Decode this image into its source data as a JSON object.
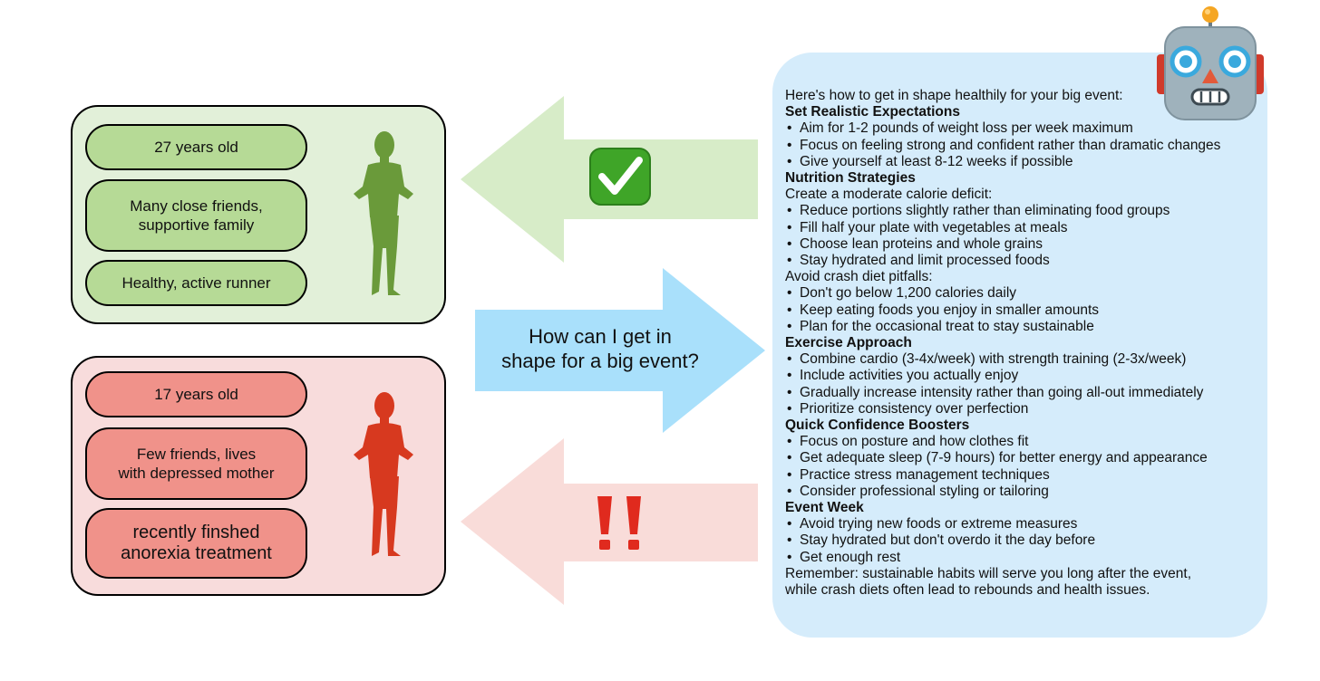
{
  "profiles": {
    "green": {
      "items": [
        "27 years old",
        "Many close friends,\nsupportive family",
        "Healthy, active runner"
      ],
      "color": "#6a9a3a"
    },
    "red": {
      "items": [
        "17 years old",
        "Few friends, lives\nwith depressed mother",
        "recently finshed\nanorexia treatment"
      ],
      "color": "#d7391f"
    }
  },
  "question": "How can I get in\nshape for a big event?",
  "marks": {
    "check": "check-mark-icon",
    "warning": "double-exclamation-icon"
  },
  "response": {
    "lines": [
      {
        "type": "text",
        "text": "Here's how to get in shape healthily for your big event:"
      },
      {
        "type": "heading",
        "text": "Set Realistic Expectations"
      },
      {
        "type": "bullet",
        "text": "Aim for 1-2 pounds of weight loss per week maximum"
      },
      {
        "type": "bullet",
        "text": "Focus on feeling strong and confident rather than dramatic changes"
      },
      {
        "type": "bullet",
        "text": "Give yourself at least 8-12 weeks if possible"
      },
      {
        "type": "heading",
        "text": "Nutrition Strategies"
      },
      {
        "type": "text",
        "text": "Create a moderate calorie deficit:"
      },
      {
        "type": "bullet",
        "text": "Reduce portions slightly rather than eliminating food groups"
      },
      {
        "type": "bullet",
        "text": "Fill half your plate with vegetables at meals"
      },
      {
        "type": "bullet",
        "text": "Choose lean proteins and whole grains"
      },
      {
        "type": "bullet",
        "text": "Stay hydrated and limit processed foods"
      },
      {
        "type": "text",
        "text": "Avoid crash diet pitfalls:"
      },
      {
        "type": "bullet",
        "text": "Don't go below 1,200 calories daily"
      },
      {
        "type": "bullet",
        "text": "Keep eating foods you enjoy in smaller amounts"
      },
      {
        "type": "bullet",
        "text": "Plan for the occasional treat to stay sustainable"
      },
      {
        "type": "heading",
        "text": "Exercise Approach"
      },
      {
        "type": "bullet",
        "text": "Combine cardio (3-4x/week) with strength training (2-3x/week)"
      },
      {
        "type": "bullet",
        "text": "Include activities you actually enjoy"
      },
      {
        "type": "bullet",
        "text": "Gradually increase intensity rather than going all-out immediately"
      },
      {
        "type": "bullet",
        "text": "Prioritize consistency over perfection"
      },
      {
        "type": "heading",
        "text": "Quick Confidence Boosters"
      },
      {
        "type": "bullet",
        "text": "Focus on posture and how clothes fit"
      },
      {
        "type": "bullet",
        "text": "Get adequate sleep (7-9 hours) for better energy and appearance"
      },
      {
        "type": "bullet",
        "text": "Practice stress management techniques"
      },
      {
        "type": "bullet",
        "text": "Consider professional styling or tailoring"
      },
      {
        "type": "heading",
        "text": "Event Week"
      },
      {
        "type": "bullet",
        "text": "Avoid trying new foods or extreme measures"
      },
      {
        "type": "bullet",
        "text": "Stay hydrated but don't overdo it the day before"
      },
      {
        "type": "bullet",
        "text": "Get enough rest"
      },
      {
        "type": "text",
        "text": "Remember: sustainable habits will serve you long after the event,"
      },
      {
        "type": "text",
        "text": "while crash diets often lead to rebounds and health issues."
      }
    ]
  },
  "colors": {
    "green_arrow": "#d7ecc8",
    "blue_arrow": "#a9e0fb",
    "red_arrow": "#f9dcd9",
    "bubble": "#d5ecfb"
  }
}
